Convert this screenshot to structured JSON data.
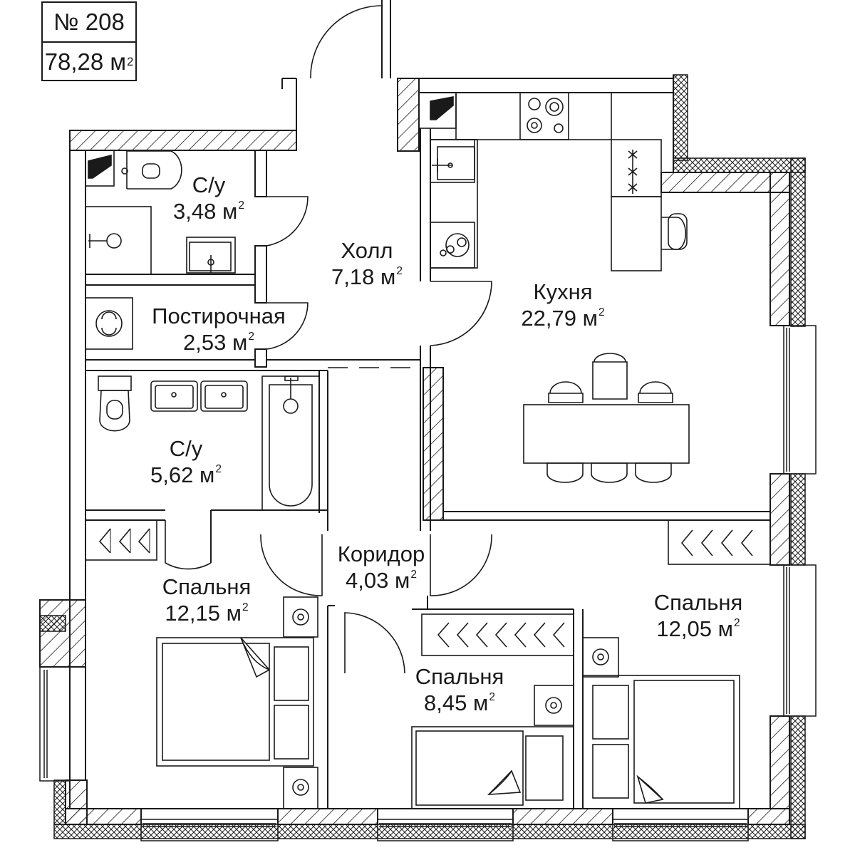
{
  "apartment": {
    "number": "№ 208",
    "total_area": "78,28 м",
    "area_unit_sup": "2"
  },
  "rooms": [
    {
      "id": "bath-small",
      "name": "С/у",
      "area": "3,48 м",
      "sup": "2"
    },
    {
      "id": "hall",
      "name": "Холл",
      "area": "7,18 м",
      "sup": "2"
    },
    {
      "id": "kitchen",
      "name": "Кухня",
      "area": "22,79 м",
      "sup": "2"
    },
    {
      "id": "laundry",
      "name": "Постирочная",
      "area": "2,53 м",
      "sup": "2"
    },
    {
      "id": "bath-large",
      "name": "С/у",
      "area": "5,62 м",
      "sup": "2"
    },
    {
      "id": "corridor",
      "name": "Коридор",
      "area": "4,03 м",
      "sup": "2"
    },
    {
      "id": "bedroom-left",
      "name": "Спальня",
      "area": "12,15 м",
      "sup": "2"
    },
    {
      "id": "bedroom-right",
      "name": "Спальня",
      "area": "12,05 м",
      "sup": "2"
    },
    {
      "id": "bedroom-middle",
      "name": "Спальня",
      "area": "8,45 м",
      "sup": "2"
    }
  ],
  "colors": {
    "line": "#1a1a1a",
    "background": "#ffffff"
  }
}
